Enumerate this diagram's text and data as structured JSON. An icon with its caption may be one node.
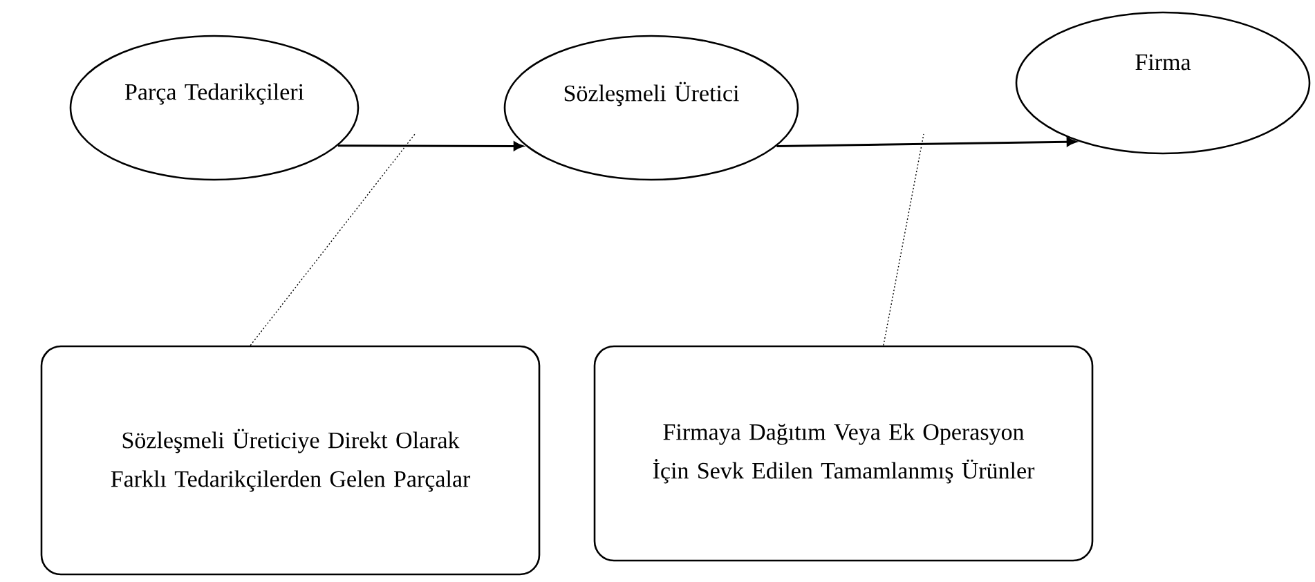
{
  "diagram": {
    "nodes": [
      {
        "text": [
          "Parça Tedarikçileri"
        ]
      },
      {
        "text": [
          "Sözleşmeli Üretici"
        ]
      },
      {
        "text": [
          "Firma"
        ]
      },
      {
        "text": [
          "Sözleşmeli Üreticiye Direkt Olarak Farklı Tedarikçilerden Gelen Parçalar"
        ]
      },
      {
        "text": [
          "Firmaya Dağıtım Veya Ek Operasyon İçin Sevk Edilen Tamamlanmış Ürünler"
        ]
      }
    ],
    "edges": [
      {
        "from": 0,
        "to": 1,
        "arrow": "to"
      },
      {
        "from": 1,
        "to": 2,
        "arrow": "to"
      },
      {
        "from": 3,
        "to": null,
        "arrow": "none",
        "style": "dashed"
      },
      {
        "from": 4,
        "to": null,
        "arrow": "none",
        "style": "dashed"
      }
    ]
  }
}
